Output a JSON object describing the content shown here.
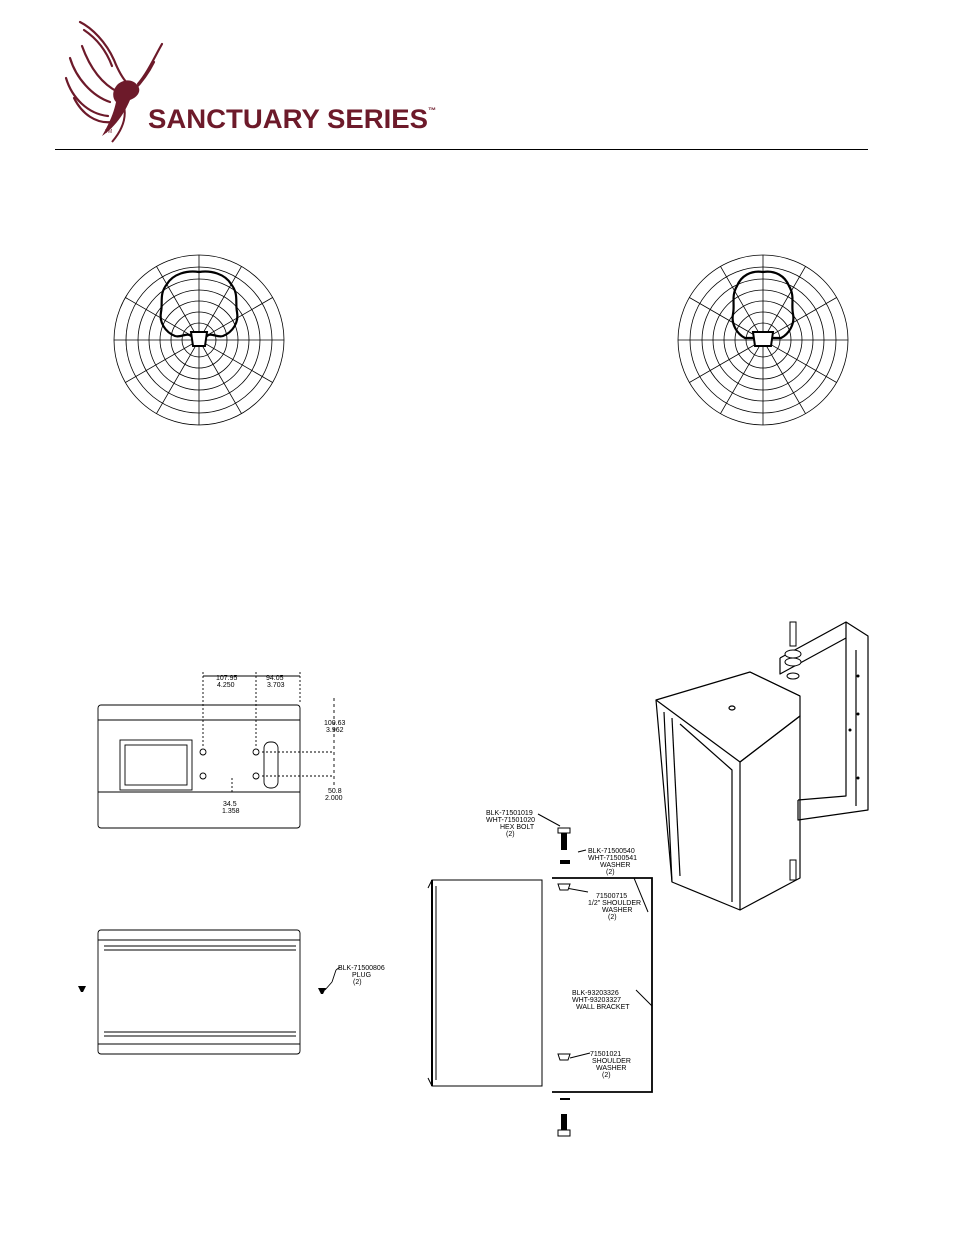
{
  "brand": {
    "name": "SANCTUARY SERIES",
    "tm": "™",
    "tm_small": "TM",
    "color": "#6d1a2a"
  },
  "front_view": {
    "dims": [
      {
        "mm": "107.95",
        "in": "4.250"
      },
      {
        "mm": "94.05",
        "in": "3.703"
      },
      {
        "mm": "100.63",
        "in": "3.962"
      },
      {
        "mm": "50.8",
        "in": "2.000"
      },
      {
        "mm": "34.5",
        "in": "1.358"
      }
    ]
  },
  "side_view": {
    "plug": {
      "part": "BLK-71500806",
      "name": "PLUG",
      "qty": "(2)"
    }
  },
  "exploded_view": {
    "hex_bolt": {
      "blk": "BLK-71501019",
      "wht": "WHT-71501020",
      "name": "HEX BOLT",
      "qty": "(2)"
    },
    "washer": {
      "blk": "BLK-71500540",
      "wht": "WHT-71500541",
      "name": "WASHER",
      "qty": "(2)"
    },
    "shoulder_washer": {
      "part": "71500715",
      "name1": "1/2\" SHOULDER",
      "name2": "WASHER",
      "qty": "(2)"
    },
    "wall_bracket": {
      "blk": "BLK-93203326",
      "wht": "WHT-93203327",
      "name": "WALL BRACKET"
    },
    "shoulder_washer_2": {
      "part": "71501021",
      "name1": "SHOULDER",
      "name2": "WASHER",
      "qty": "(2)"
    }
  }
}
